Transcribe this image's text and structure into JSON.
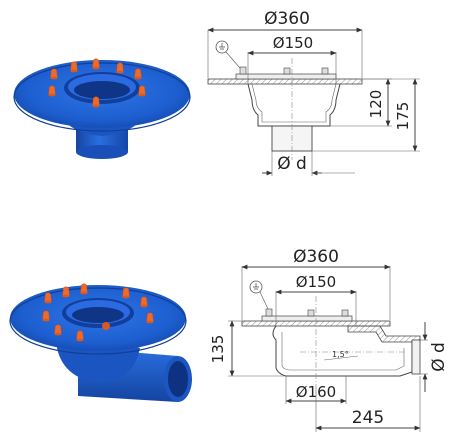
{
  "top_drawing": {
    "flange_diameter": "Ø360",
    "body_diameter": "Ø150",
    "height_inner": "120",
    "height_total": "175",
    "outlet": "Ø d"
  },
  "bottom_drawing": {
    "flange_diameter": "Ø360",
    "body_diameter": "Ø150",
    "height": "135",
    "slope": "1,5°",
    "outlet": "Ø d",
    "bottom_diameter": "Ø160",
    "length": "245"
  },
  "colors": {
    "product_blue": "#1f5fd0",
    "bolt_orange": "#ef6a2a",
    "line": "#444444"
  }
}
